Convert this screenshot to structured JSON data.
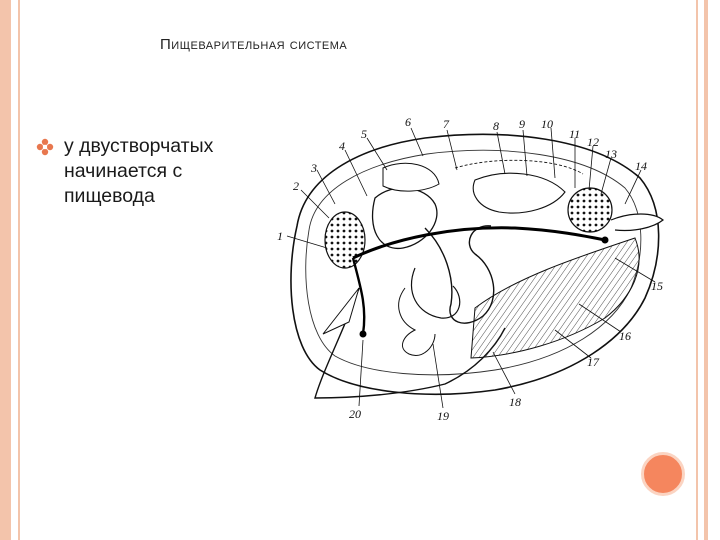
{
  "slide": {
    "title": "Пищеварительная система",
    "bullets": [
      "у двустворчатых начинается с пищевода"
    ]
  },
  "diagram": {
    "labels": [
      "1",
      "2",
      "3",
      "4",
      "5",
      "6",
      "7",
      "8",
      "9",
      "10",
      "11",
      "12",
      "13",
      "14",
      "15",
      "16",
      "17",
      "18",
      "19",
      "20"
    ]
  },
  "colors": {
    "frame": "#f3c4ab",
    "accent_circle": "#f5865e",
    "bullet": "#e8774e"
  }
}
